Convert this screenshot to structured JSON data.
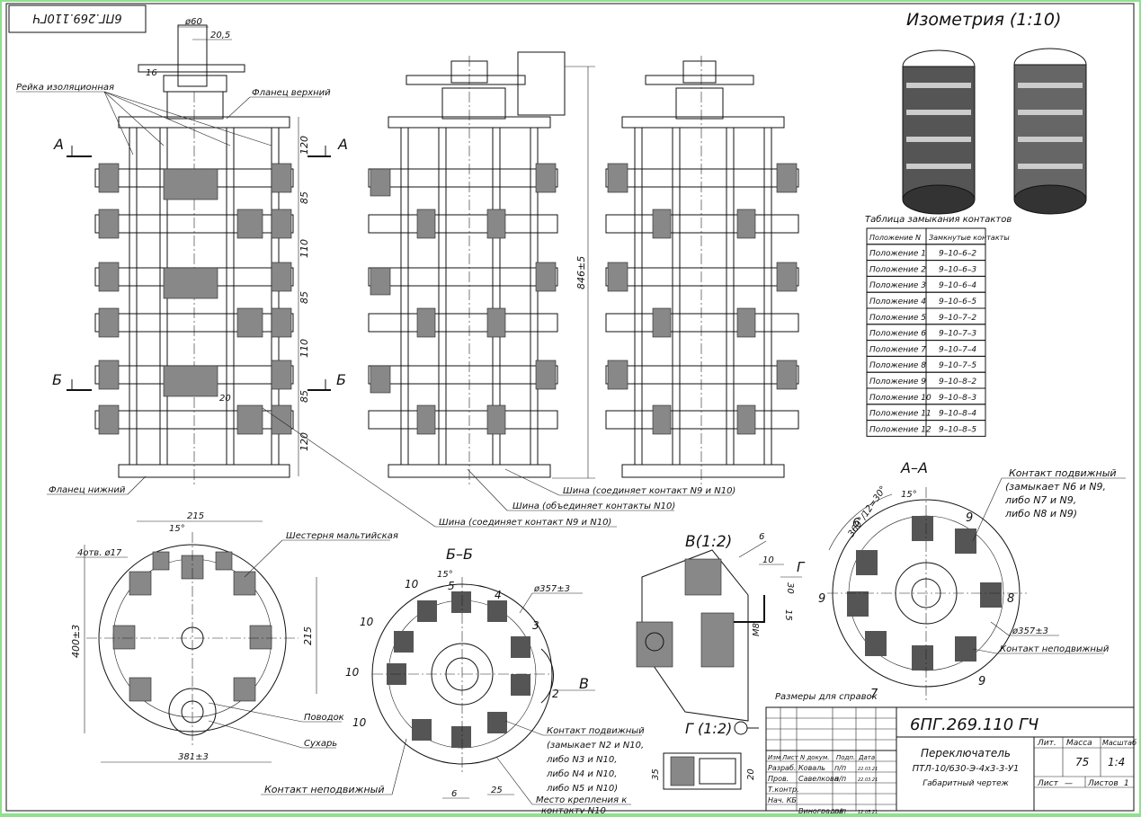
{
  "stamp_code_rotated": "6ПГ.269.110ГЧ",
  "isometry_title": "Изометрия  (1:10)",
  "leaders": {
    "rail": "Рейка изоляционная",
    "flange_top": "Фланец верхний",
    "flange_bottom": "Фланец нижний",
    "bus_joins": "Шина (соединяет контакт N9 и N10)",
    "bus_common": "Шина (объединяет контакты N10)",
    "bus_joins2": "Шина (соединяет контакт N9 и N10)",
    "maltese_gear": "Шестерня мальтийская",
    "leash": "Поводок",
    "cracker": "Сухарь",
    "fixed_contact_left": "Контакт неподвижный",
    "fixed_contact_right": "Контакт неподвижный",
    "mount_place_1": "Место крепления к",
    "mount_place_2": "контакту N10",
    "ref_sizes": "Размеры для справок"
  },
  "moving_contact_bb": [
    "Контакт подвижный",
    "(замыкает N2 и N10,",
    "либо N3 и N10,",
    "либо N4 и N10,",
    "либо N5 и N10)"
  ],
  "moving_contact_aa": [
    "Контакт подвижный",
    "(замыкает N6 и N9,",
    "либо N7 и N9,",
    "либо N8 и N9)"
  ],
  "section_marks": {
    "a": "А",
    "b": "Б",
    "aa": "А–А",
    "bb": "Б–Б",
    "v": "В(1:2)",
    "g": "Г (1:2)",
    "v_letter": "В",
    "g_letter": "Г"
  },
  "dims_front": [
    "ø60",
    "20,5",
    "16",
    "120",
    "85",
    "110",
    "85",
    "110",
    "85",
    "120",
    "20"
  ],
  "dim_height": "846±5",
  "dims_plan": {
    "width_top": "215",
    "angle": "15°",
    "holes": "4отв. ø17",
    "height": "400±3",
    "side": "215",
    "bottom": "381±3"
  },
  "dims_bb": {
    "diam": "ø357±3",
    "angle": "15°",
    "n10": "10",
    "n2": "2",
    "n3": "3",
    "n4": "4",
    "n5": "5",
    "d6": "6",
    "d25": "25"
  },
  "dims_aa": {
    "angle": "15°",
    "division": "360°/12=30°",
    "diam": "ø357±3",
    "n6": "6",
    "n7": "7",
    "n8": "8",
    "n9": "9"
  },
  "dims_v": {
    "d6": "6",
    "d10": "10",
    "d30": "30",
    "d15": "15",
    "m8": "M8"
  },
  "dims_g": {
    "d35": "35",
    "d20": "20"
  },
  "table": {
    "title": "Таблица замыкания контактов",
    "headers": [
      "Положение N",
      "Замкнутые контакты"
    ],
    "rows": [
      [
        "Положение 1",
        "9–10–6–2"
      ],
      [
        "Положение 2",
        "9–10–6–3"
      ],
      [
        "Положение 3",
        "9–10–6–4"
      ],
      [
        "Положение 4",
        "9–10–6–5"
      ],
      [
        "Положение 5",
        "9–10–7–2"
      ],
      [
        "Положение 6",
        "9–10–7–3"
      ],
      [
        "Положение 7",
        "9–10–7–4"
      ],
      [
        "Положение 8",
        "9–10–7–5"
      ],
      [
        "Положение 9",
        "9–10–8–2"
      ],
      [
        "Положение 10",
        "9–10–8–3"
      ],
      [
        "Положение 11",
        "9–10–8–4"
      ],
      [
        "Положение 12",
        "9–10–8–5"
      ]
    ]
  },
  "title_block": {
    "code": "6ПГ.269.110  ГЧ",
    "name1": "Переключатель",
    "name2": "ПТЛ-10/630-Э-4х3-3-У1",
    "name3": "Габаритный чертеж",
    "lit": "Лит.",
    "mass": "Масса",
    "scale": "Масштаб",
    "mass_val": "75",
    "scale_val": "1:4",
    "sheet": "Лист",
    "sheet_dash": "—",
    "sheets": "Листов",
    "sheets_val": "1",
    "row_header": [
      "Изм",
      "Лист",
      "N докум.",
      "Подп.",
      "Дата"
    ],
    "people": [
      [
        "Разраб.",
        "Коваль",
        "п/п",
        "22.03.21"
      ],
      [
        "Пров.",
        "Савелкова",
        "п/п",
        "22.03.21"
      ],
      [
        "Т.контр.",
        "",
        "",
        ""
      ],
      [
        "Нач. КБ",
        "",
        "",
        ""
      ],
      [
        "",
        "Виноградов",
        "п/п",
        "12.05.21"
      ]
    ]
  }
}
